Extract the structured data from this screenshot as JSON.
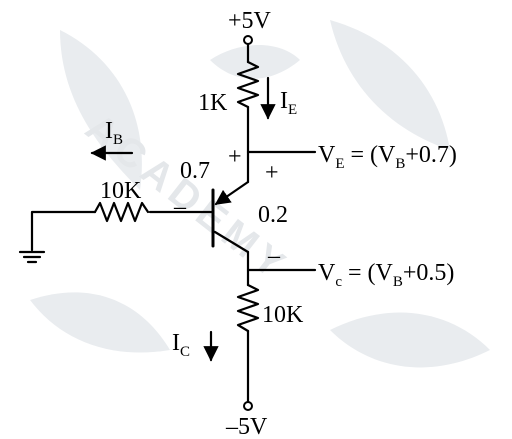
{
  "watermark": {
    "text": "ACADEMY"
  },
  "supply_top": {
    "label": "+5V"
  },
  "supply_bottom": {
    "label": "–5V"
  },
  "r_emitter": {
    "label": "1K"
  },
  "r_base": {
    "label": "10K"
  },
  "r_collector": {
    "label": "10K"
  },
  "current_e": {
    "main": "I",
    "sub": "E"
  },
  "current_b": {
    "main": "I",
    "sub": "B"
  },
  "current_c": {
    "main": "I",
    "sub": "C"
  },
  "v_eb": {
    "value": "0.7",
    "plus": "+",
    "minus": "–"
  },
  "v_ec": {
    "value": "0.2",
    "plus": "+",
    "minus": "–"
  },
  "node_e": {
    "lhs_main": "V",
    "lhs_sub": "E",
    "eq": " = (V",
    "rhs_sub": "B",
    "rhs_tail": "+0.7)"
  },
  "node_c": {
    "lhs_main": "V",
    "lhs_sub": "c",
    "eq": " = (V",
    "rhs_sub": "B",
    "rhs_tail": "+0.5)"
  }
}
